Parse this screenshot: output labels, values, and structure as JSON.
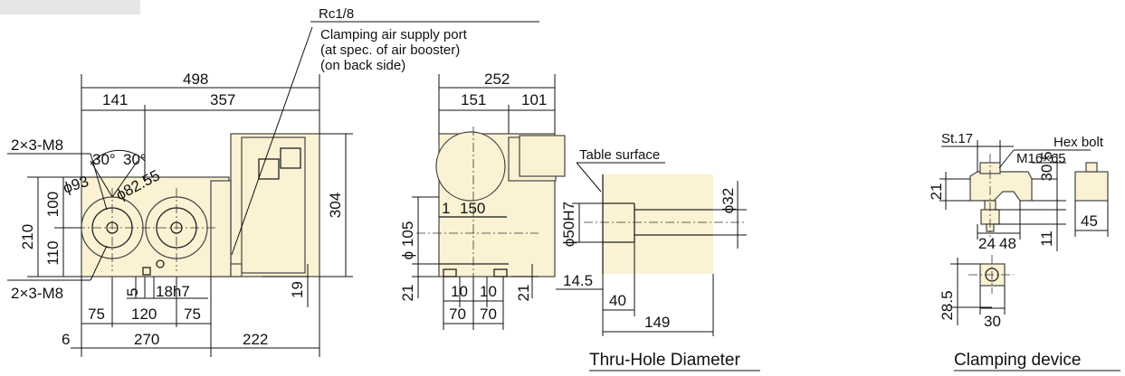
{
  "colors": {
    "body_fill": "#fbf2d3",
    "line": "#111111",
    "tab_fill": "#e6e6e6"
  },
  "labels": {
    "rc": "Rc1/8",
    "note1": "Clamping air supply port",
    "note2": "(at spec. of air booster)",
    "note3": "(on back side)",
    "table_surface": "Table surface",
    "hex_bolt": "Hex bolt",
    "m16": "M16×65",
    "st17": "St.17",
    "m8_top": "2×3-M8",
    "m8_bot": "2×3-M8",
    "a30a": "30°",
    "a30b": "30°",
    "phi93": "ϕ93",
    "phi8255": "ϕ82.55",
    "phi105": "ϕ 105",
    "phi50": "ϕ50H7",
    "phi32": "ϕ32",
    "h7": "18h7"
  },
  "dims": {
    "d498": "498",
    "d141": "141",
    "d357": "357",
    "d210": "210",
    "d100": "100",
    "d110": "110",
    "d304": "304",
    "d19": "19",
    "d5": "5",
    "d75a": "75",
    "d120": "120",
    "d75b": "75",
    "d6": "6",
    "d270": "270",
    "d222": "222",
    "d252": "252",
    "d151": "151",
    "d101": "101",
    "d1": "1",
    "d150": "150",
    "d21a": "21",
    "d21b": "21",
    "d10a": "10",
    "d10b": "10",
    "d70a": "70",
    "d70b": "70",
    "d145": "14.5",
    "d40": "40",
    "d149": "149",
    "d305": "30.5",
    "d21c": "21",
    "d24": "24",
    "d48": "48",
    "d11": "11",
    "d45": "45",
    "d285": "28.5",
    "d30": "30"
  },
  "captions": {
    "thru": "Thru-Hole Diameter",
    "clamp": "Clamping device"
  }
}
